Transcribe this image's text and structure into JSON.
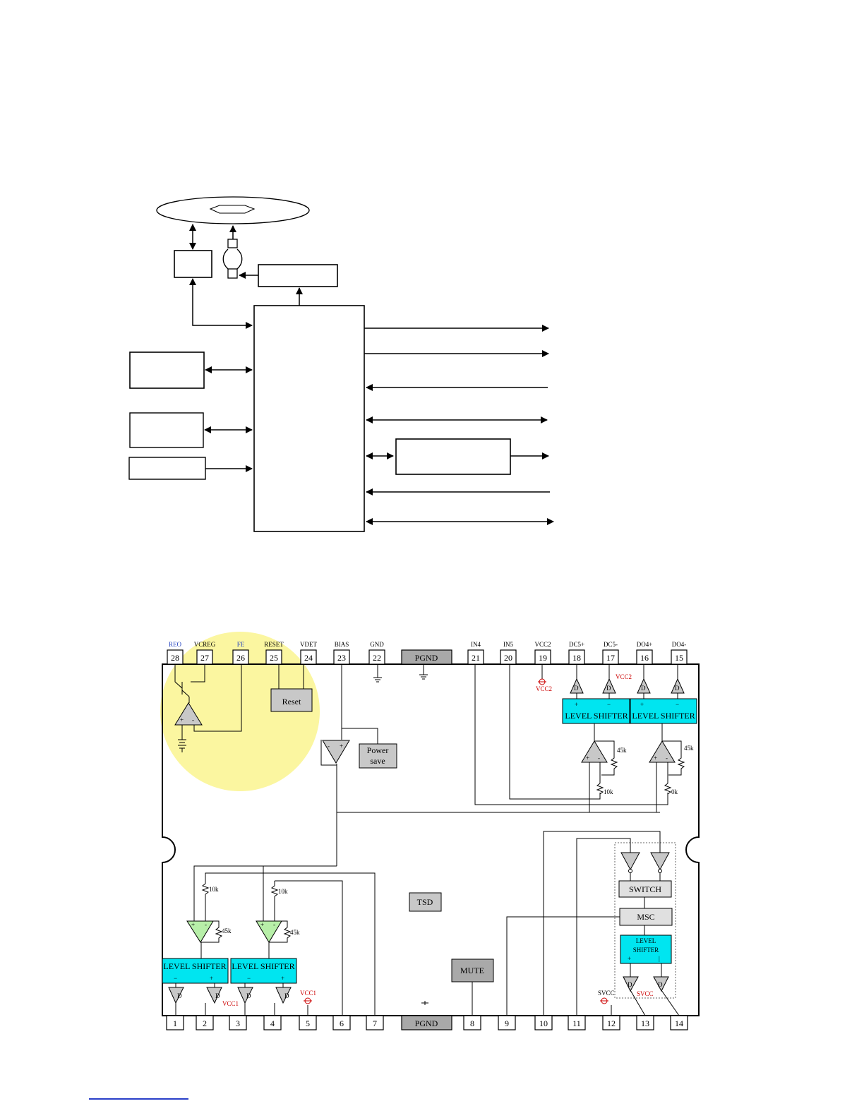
{
  "top_pins": [
    {
      "num": "28",
      "label": "REO",
      "blue": true
    },
    {
      "num": "27",
      "label": "VCREG",
      "blue": false
    },
    {
      "num": "26",
      "label": "FE",
      "blue": true
    },
    {
      "num": "25",
      "label": "RESET",
      "blue": false
    },
    {
      "num": "24",
      "label": "VDET",
      "blue": false
    },
    {
      "num": "23",
      "label": "BIAS",
      "blue": false
    },
    {
      "num": "22",
      "label": "GND",
      "blue": false
    },
    {
      "num": "21",
      "label": "IN4",
      "blue": false
    },
    {
      "num": "20",
      "label": "IN5",
      "blue": false
    },
    {
      "num": "19",
      "label": "VCC2",
      "blue": false
    },
    {
      "num": "18",
      "label": "DC5+",
      "blue": false
    },
    {
      "num": "17",
      "label": "DC5-",
      "blue": false
    },
    {
      "num": "16",
      "label": "DO4+",
      "blue": false
    },
    {
      "num": "15",
      "label": "DO4-",
      "blue": false
    }
  ],
  "bottom_pins": [
    "1",
    "2",
    "3",
    "4",
    "5",
    "6",
    "7",
    "8",
    "9",
    "10",
    "11",
    "12",
    "13",
    "14"
  ],
  "pgnd_label": "PGND",
  "blocks": {
    "reset": "Reset",
    "power_save_1": "Power",
    "power_save_2": "save",
    "tsd": "TSD",
    "mute": "MUTE",
    "switch": "SWITCH",
    "msc": "MSC",
    "level_shifter": "LEVEL SHIFTER",
    "level_shifter_split_1": "LEVEL",
    "level_shifter_split_2": "SHIFTER"
  },
  "resistors": {
    "r45k": "45k",
    "r10k": "10k",
    "r0k": "0k"
  },
  "supply_labels": {
    "vcc2": "VCC2",
    "vcc1": "VCC1",
    "svcc": "SVCC",
    "vcc1_text": "VCC1"
  },
  "colors": {
    "cyan": "#00e5f0",
    "yellow_highlight": "#fbf6a0",
    "gray_block": "#c8c8c8",
    "dark_gray_block": "#a9a9a9",
    "green_amp": "#b7efa8",
    "blue_label": "#1f3fbf",
    "red_label": "#cc0000"
  }
}
